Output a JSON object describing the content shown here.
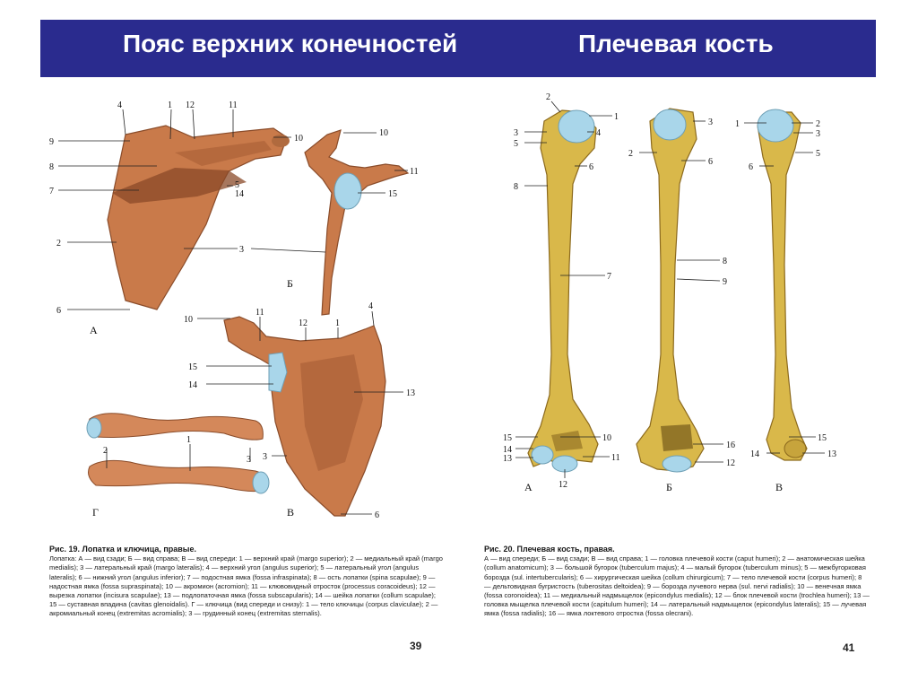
{
  "header": {
    "title_left": "Пояс верхних конечностей",
    "title_right": "Плечевая кость",
    "background": "#2a2b8e"
  },
  "left_page": {
    "view_labels": [
      "А",
      "Б",
      "В",
      "Г"
    ],
    "callouts_a": [
      "4",
      "1",
      "12",
      "11",
      "10",
      "9",
      "8",
      "7",
      "5",
      "14",
      "2",
      "3",
      "6"
    ],
    "callouts_b": [
      "10",
      "11",
      "15"
    ],
    "callouts_v": [
      "10",
      "11",
      "12",
      "1",
      "4",
      "15",
      "14",
      "13",
      "3",
      "6"
    ],
    "callouts_g": [
      "2",
      "1",
      "3"
    ],
    "caption_title": "Рис. 19. Лопатка и ключица, правые.",
    "caption_text": "Лопатка: А — вид сзади; Б — вид справа; В — вид спереди: 1 — верхний край (margo superior); 2 — медиальный край (margo medialis); 3 — латеральный край (margo lateralis); 4 — верхний угол (angulus superior); 5 — латеральный угол (angulus lateralis); 6 — нижний угол (angulus inferior); 7 — подостная ямка (fossa infraspinata); 8 — ость лопатки (spina scapulae); 9 — надостная ямка (fossa supraspinata); 10 — акромион (acromion); 11 — клювовидный отросток (processus coracoideus); 12 — вырезка лопатки (incisura scapulae); 13 — подлопаточная ямка (fossa subscapularis); 14 — шейка лопатки (collum scapulae); 15 — суставная впадина (cavitas glenoidalis). Г — ключица (вид спереди и снизу): 1 — тело ключицы (corpus claviculae); 2 — акромиальный конец (extremitas acromialis); 3 — грудинный конец (extremitas sternalis).",
    "page_number": "39"
  },
  "right_page": {
    "view_labels": [
      "А",
      "Б",
      "В"
    ],
    "callouts_a": [
      "2",
      "1",
      "3",
      "4",
      "5",
      "6",
      "8",
      "7",
      "15",
      "10",
      "14",
      "13",
      "11",
      "12"
    ],
    "callouts_b": [
      "3",
      "2",
      "6",
      "8",
      "9",
      "16",
      "12"
    ],
    "callouts_v": [
      "1",
      "2",
      "3",
      "5",
      "6",
      "15",
      "14",
      "13"
    ],
    "caption_title": "Рис. 20. Плечевая кость, правая.",
    "caption_text": "А — вид спереди; Б — вид сзади; В — вид справа; 1 — головка плечевой кости (caput humeri); 2 — анатомическая шейка (collum anatomicum); 3 — большой бугорок (tuberculum majus); 4 — малый бугорок (tuberculum minus); 5 — межбугорковая борозда (sul. intertubercularis); 6 — хирургическая шейка (collum chirurgicum); 7 — тело плечевой кости (corpus humeri); 8 — дельтовидная бугристость (tuberositas deltoidea); 9 — борозда лучевого нерва (sul. nervi radialis); 10 — венечная ямка (fossa coronoidea); 11 — медиальный надмыщелок (epicondylus medialis); 12 — блок плечевой кости (trochlea humeri); 13 — головка мыщелка плечевой кости (capitulum humeri); 14 — латеральный надмыщелок (epicondylus lateralis); 15 — лучевая ямка (fossa radialis); 16 — ямка локтевого отростка (fossa olecrani).",
    "page_number": "41"
  },
  "colors": {
    "scapula": "#c97a4a",
    "clavicle": "#d4885a",
    "humerus": "#d9b84a",
    "cartilage": "#a9d6ea"
  }
}
